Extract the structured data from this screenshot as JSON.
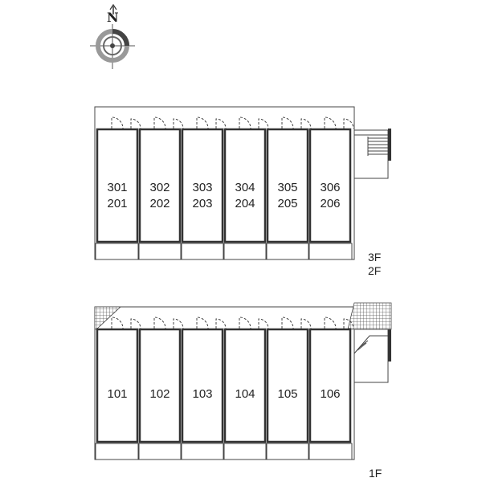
{
  "compass": {
    "north_label": "N",
    "icon": "compass-icon"
  },
  "upper_block": {
    "floor_labels": [
      "3F",
      "2F"
    ],
    "units": [
      {
        "top": "301",
        "bottom": "201"
      },
      {
        "top": "302",
        "bottom": "202"
      },
      {
        "top": "303",
        "bottom": "203"
      },
      {
        "top": "304",
        "bottom": "204"
      },
      {
        "top": "305",
        "bottom": "205"
      },
      {
        "top": "306",
        "bottom": "206"
      }
    ]
  },
  "lower_block": {
    "floor_labels": [
      "1F"
    ],
    "units": [
      "101",
      "102",
      "103",
      "104",
      "105",
      "106"
    ]
  }
}
